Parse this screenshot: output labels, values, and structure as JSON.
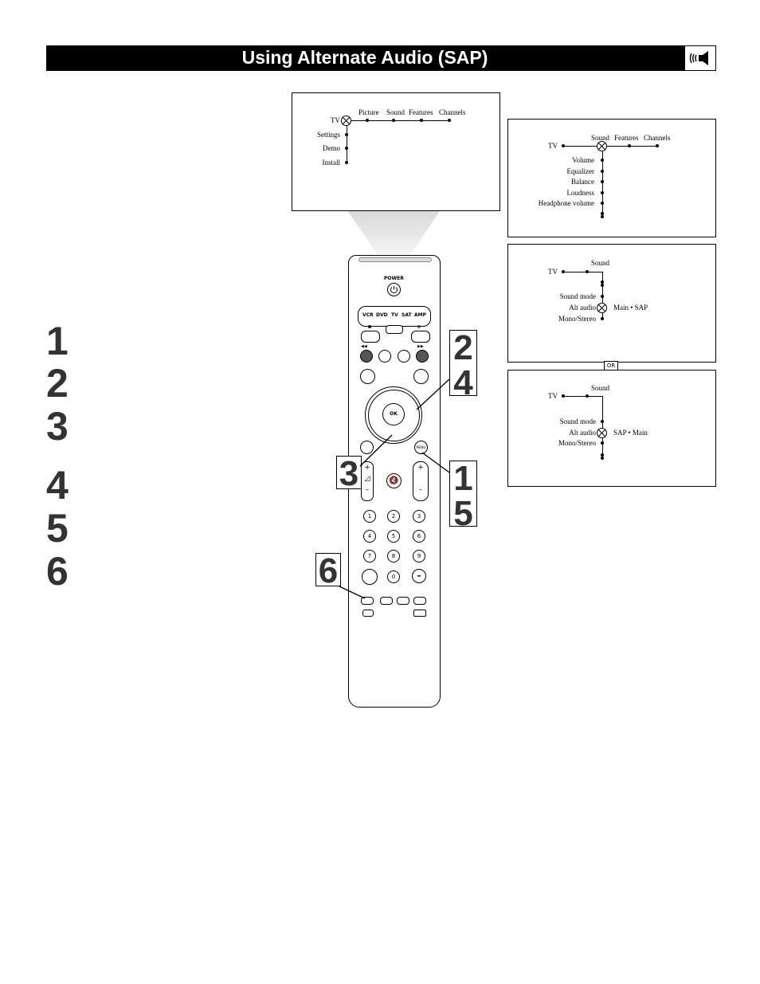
{
  "header": {
    "title": "Using Alternate Audio (SAP)",
    "icon": "speaker-sound-icon"
  },
  "steps": [
    "1",
    "2",
    "3",
    "4",
    "5",
    "6"
  ],
  "screen1": {
    "top_items": [
      "Picture",
      "Sound",
      "Features",
      "Channels"
    ],
    "root": "TV",
    "side_items": [
      "Settings",
      "Demo",
      "Install"
    ]
  },
  "screen2": {
    "root": "TV",
    "top_items": [
      "Sound",
      "Features",
      "Channels"
    ],
    "items": [
      "Volume",
      "Equalizer",
      "Balance",
      "Loudness",
      "Headphone  volume"
    ]
  },
  "screen3": {
    "root": "TV",
    "header": "Sound",
    "items": [
      "Sound  mode",
      "Alt  audio",
      "Mono/Stereo"
    ],
    "value": "Main  •  SAP"
  },
  "or_label": "OR",
  "screen4": {
    "root": "TV",
    "header": "Sound",
    "items": [
      "Sound  mode",
      "Alt  audio",
      "Mono/Stereo"
    ],
    "value": "SAP  •  Main"
  },
  "remote": {
    "power": "POWER",
    "sources": [
      "VCR",
      "DVD",
      "TV",
      "SAT",
      "AMP"
    ],
    "ok": "OK",
    "menu": "MENU",
    "digits": [
      "1",
      "2",
      "3",
      "4",
      "5",
      "6",
      "7",
      "8",
      "9",
      "0"
    ]
  },
  "callouts": {
    "c24": [
      "2",
      "4"
    ],
    "c3": [
      "3"
    ],
    "c15": [
      "1",
      "5"
    ],
    "c6": [
      "6"
    ]
  }
}
